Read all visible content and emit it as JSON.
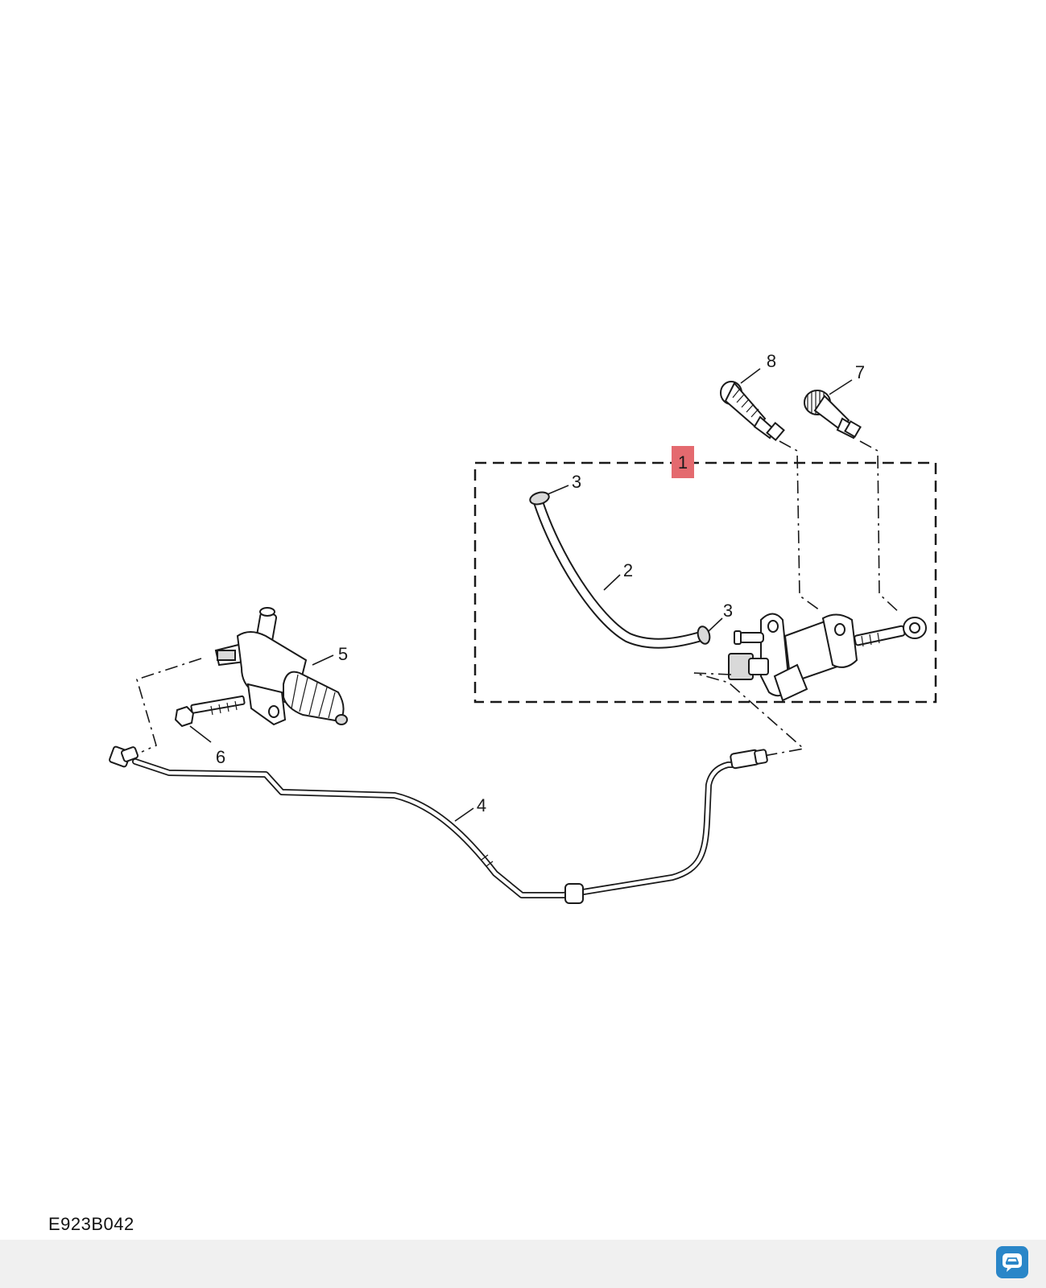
{
  "diagram": {
    "reference_code": "E923B042",
    "callouts": {
      "c1": "1",
      "c2": "2",
      "c3a": "3",
      "c3b": "3",
      "c4": "4",
      "c5": "5",
      "c6": "6",
      "c7": "7",
      "c8": "8"
    },
    "highlight_color": "#e46a6f",
    "line_color": "#1a1a1a"
  },
  "footer": {
    "badge_icon": "car-chat-icon",
    "badge_color": "#2a86c8"
  }
}
